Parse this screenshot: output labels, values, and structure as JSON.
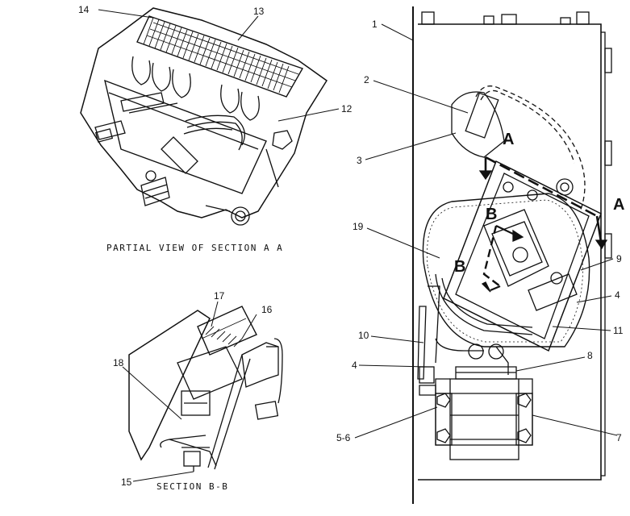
{
  "captions": {
    "partial_view": "PARTIAL VIEW OF SECTION A A",
    "section_bb": "SECTION B-B"
  },
  "section_markers": {
    "a_left": "A",
    "a_right": "A",
    "b_upper": "B",
    "b_lower": "B"
  },
  "callouts": {
    "c1": "1",
    "c2": "2",
    "c3": "3",
    "c4a": "4",
    "c4b": "4",
    "c56": "5-6",
    "c7": "7",
    "c8": "8",
    "c9": "9",
    "c10": "10",
    "c11": "11",
    "c12": "12",
    "c13": "13",
    "c14": "14",
    "c15": "15",
    "c16": "16",
    "c17": "17",
    "c18": "18",
    "c19": "19"
  }
}
